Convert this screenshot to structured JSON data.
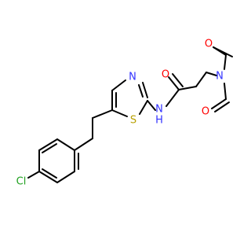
{
  "molecule": {
    "atoms": [
      {
        "id": "N_amide",
        "label": "N",
        "color": "#3333ff"
      },
      {
        "id": "H_amide",
        "label": "H",
        "color": "#3333ff"
      },
      {
        "id": "N_thiazole",
        "label": "N",
        "color": "#3333ff"
      },
      {
        "id": "S_thiazole",
        "label": "S",
        "color": "#b8a000"
      },
      {
        "id": "O_amide",
        "label": "O",
        "color": "#ff0000"
      },
      {
        "id": "N_imide",
        "label": "N",
        "color": "#3333ff"
      },
      {
        "id": "O_imide_top",
        "label": "O",
        "color": "#ff0000"
      },
      {
        "id": "O_imide_bottom",
        "label": "O",
        "color": "#ff0000"
      },
      {
        "id": "Cl",
        "label": "Cl",
        "color": "#1fa01f"
      }
    ]
  }
}
